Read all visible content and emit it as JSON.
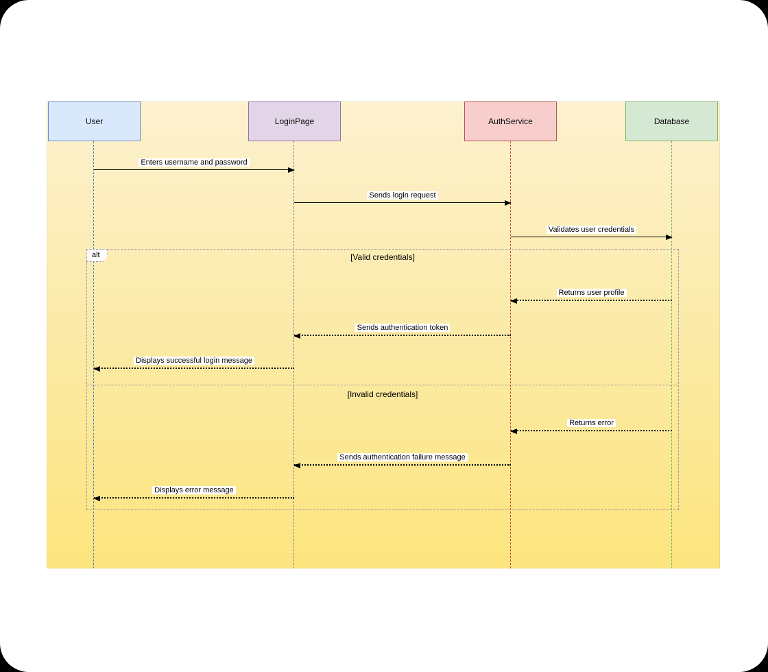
{
  "diagram": {
    "type": "sequence",
    "actors": [
      {
        "name": "User",
        "fill": "#DAE8FC",
        "stroke": "#6C8EBF",
        "lifeline_color": "#5B7CC5"
      },
      {
        "name": "LoginPage",
        "fill": "#E1D5E7",
        "stroke": "#9673A6",
        "lifeline_color": "#9673A6"
      },
      {
        "name": "AuthService",
        "fill": "#F8CECC",
        "stroke": "#B85450",
        "lifeline_color": "#C8443A"
      },
      {
        "name": "Database",
        "fill": "#D5E8D4",
        "stroke": "#82B366",
        "lifeline_color": "#82B366"
      }
    ],
    "messages": [
      {
        "from": "User",
        "to": "LoginPage",
        "label": "Enters username and password",
        "line": "solid"
      },
      {
        "from": "LoginPage",
        "to": "AuthService",
        "label": "Sends login request",
        "line": "solid"
      },
      {
        "from": "AuthService",
        "to": "Database",
        "label": "Validates user credentials",
        "line": "solid"
      },
      {
        "from": "Database",
        "to": "AuthService",
        "label": "Returns user profile",
        "line": "dotted"
      },
      {
        "from": "AuthService",
        "to": "LoginPage",
        "label": "Sends authentication token",
        "line": "dotted"
      },
      {
        "from": "LoginPage",
        "to": "User",
        "label": "Displays successful login message",
        "line": "dotted"
      },
      {
        "from": "Database",
        "to": "AuthService",
        "label": "Returns error",
        "line": "dotted"
      },
      {
        "from": "AuthService",
        "to": "LoginPage",
        "label": "Sends authentication failure message",
        "line": "dotted"
      },
      {
        "from": "LoginPage",
        "to": "User",
        "label": "Displays error message",
        "line": "dotted"
      }
    ],
    "alt_frame": {
      "operator": "alt",
      "sections": [
        {
          "condition": "[Valid credentials]"
        },
        {
          "condition": "[Invalid credentials]"
        }
      ]
    },
    "colors": {
      "canvas_top": "#FDF1CF",
      "canvas_bottom": "#FCE57E",
      "frame_border": "#999999",
      "message_line": "#000000",
      "label_bg": "#FFFFFF"
    }
  }
}
